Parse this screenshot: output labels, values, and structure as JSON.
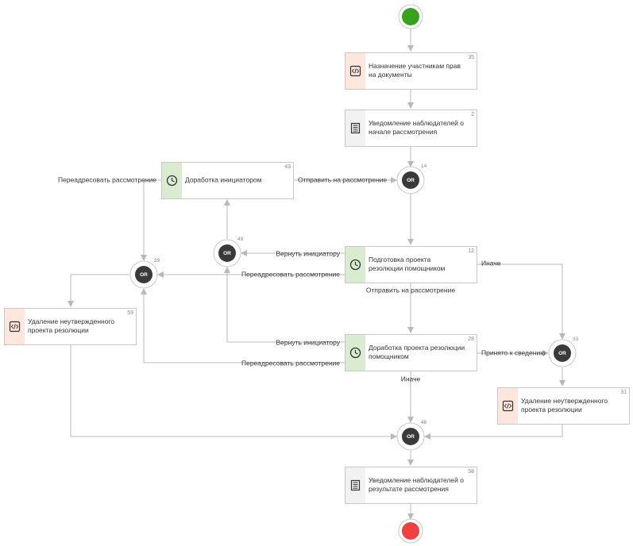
{
  "colors": {
    "start": "#36a31a",
    "end": "#f04040",
    "gateway": "#3a3a3a",
    "script_strip": "#fde6db",
    "timer_strip": "#d9ecd0",
    "doc_strip": "#f2f2f2",
    "border": "#c8c8c8",
    "line": "#b8b8b8",
    "text": "#333333",
    "number": "#888888"
  },
  "nodes": [
    {
      "id": "n35",
      "kind": "task",
      "icon": "code-icon",
      "number": "35",
      "lines": [
        "Назначение участникам прав",
        "на документы"
      ]
    },
    {
      "id": "n2",
      "kind": "task",
      "icon": "document-icon",
      "number": "2",
      "lines": [
        "Уведомление наблюдателей о",
        "начале рассмотрения"
      ]
    },
    {
      "id": "n43",
      "kind": "task",
      "icon": "clock-icon",
      "number": "43",
      "lines": [
        "Доработка инициатором"
      ]
    },
    {
      "id": "n12",
      "kind": "task",
      "icon": "clock-icon",
      "number": "12",
      "lines": [
        "Подготовка проекта",
        "резолюции помощником"
      ]
    },
    {
      "id": "n59",
      "kind": "task",
      "icon": "code-icon",
      "number": "59",
      "lines": [
        "Удаление неутвержденного",
        "проекта резолюции"
      ]
    },
    {
      "id": "n28",
      "kind": "task",
      "icon": "clock-icon",
      "number": "28",
      "lines": [
        "Доработка проекта резолюции",
        "помощником"
      ]
    },
    {
      "id": "n31",
      "kind": "task",
      "icon": "code-icon",
      "number": "31",
      "lines": [
        "Удаление неутвержденного",
        "проекта резолюции"
      ]
    },
    {
      "id": "n58",
      "kind": "task",
      "icon": "document-icon",
      "number": "58",
      "lines": [
        "Уведомление наблюдателей о",
        "результате рассмотрения"
      ]
    }
  ],
  "gateways": [
    {
      "id": "g14",
      "label": "OR",
      "number": "14"
    },
    {
      "id": "g49",
      "label": "OR",
      "number": "49"
    },
    {
      "id": "g39",
      "label": "OR",
      "number": "39"
    },
    {
      "id": "g33",
      "label": "OR",
      "number": "33"
    },
    {
      "id": "g48",
      "label": "OR",
      "number": "48"
    }
  ],
  "edge_labels": [
    {
      "id": "e1",
      "text": "Переадресовать рассмотрение"
    },
    {
      "id": "e2",
      "text": "Отправить на рассмотрение"
    },
    {
      "id": "e3",
      "text": "Вернуть инициатору"
    },
    {
      "id": "e4",
      "text": "Переадресовать рассмотрение"
    },
    {
      "id": "e5",
      "text": "Иначе"
    },
    {
      "id": "e6",
      "text": "Отправить на рассмотрение"
    },
    {
      "id": "e7",
      "text": "Вернуть инициатору"
    },
    {
      "id": "e8",
      "text": "Принято к сведению"
    },
    {
      "id": "e9",
      "text": "Переадресовать рассмотрение"
    },
    {
      "id": "e10",
      "text": "Иначе"
    }
  ]
}
